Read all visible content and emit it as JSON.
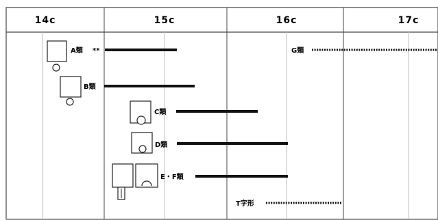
{
  "centuries": [
    {
      "label": "14c"
    },
    {
      "label": "15c"
    },
    {
      "label": "16c"
    },
    {
      "label": "17c"
    }
  ],
  "types": [
    {
      "id": "a",
      "label": "A類",
      "suffix": "**",
      "span": "solid"
    },
    {
      "id": "b",
      "label": "B類",
      "span": "solid"
    },
    {
      "id": "c",
      "label": "C類",
      "span": "solid"
    },
    {
      "id": "d",
      "label": "D類",
      "span": "solid"
    },
    {
      "id": "ef",
      "label": "E・F類",
      "span": "solid"
    },
    {
      "id": "g",
      "label": "G類",
      "span": "dotted"
    },
    {
      "id": "t",
      "label": "T字形",
      "span": "dotted"
    }
  ],
  "colors": {
    "line": "#111111",
    "grid": "#444444",
    "faint": "#bdbdbd"
  }
}
